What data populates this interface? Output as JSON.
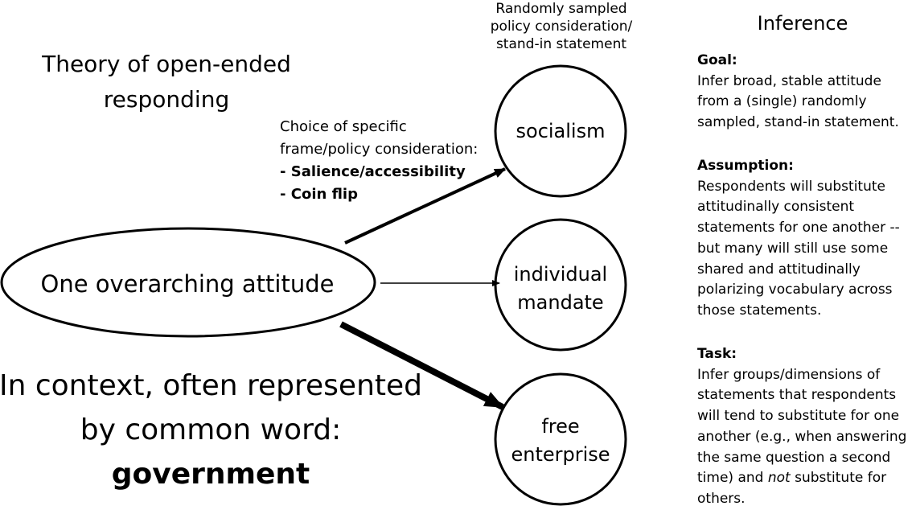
{
  "diagram": {
    "title_lines": [
      "Theory of open-ended",
      "responding"
    ],
    "sampled_label_lines": [
      "Randomly sampled",
      "policy consideration/",
      "stand-in statement"
    ],
    "choice_label": {
      "lines": [
        "Choice of specific",
        "frame/policy consideration:"
      ],
      "bullets": [
        "- Salience/accessibility",
        "- Coin flip"
      ]
    },
    "source_node": {
      "label": "One overarching attitude"
    },
    "target_nodes": [
      {
        "lines": [
          "socialism"
        ]
      },
      {
        "lines": [
          "individual",
          "mandate"
        ]
      },
      {
        "lines": [
          "free",
          "enterprise"
        ]
      }
    ],
    "context_label": {
      "lines": [
        "In context, often represented",
        "by common word:"
      ],
      "word": "government"
    },
    "colors": {
      "stroke": "#000000",
      "background": "#ffffff"
    }
  },
  "inference": {
    "title": "Inference",
    "goal": {
      "heading": "Goal:",
      "lines": [
        "Infer broad, stable attitude",
        "from a (single) randomly",
        "sampled, stand-in statement."
      ]
    },
    "assumption": {
      "heading": "Assumption:",
      "lines": [
        "Respondents will substitute",
        "attitudinally consistent",
        "statements for one another --",
        "but many will still use some",
        "shared and attitudinally",
        "polarizing vocabulary across",
        "those statements."
      ]
    },
    "task": {
      "heading": "Task:",
      "lines": [
        "Infer groups/dimensions of",
        "statements that respondents",
        "will tend to substitute for one",
        "another (e.g., when answering",
        "the same question a second"
      ],
      "line6_pre": "time) and ",
      "line6_em": "not",
      "line6_post": " substitute for",
      "line7": "others."
    }
  }
}
